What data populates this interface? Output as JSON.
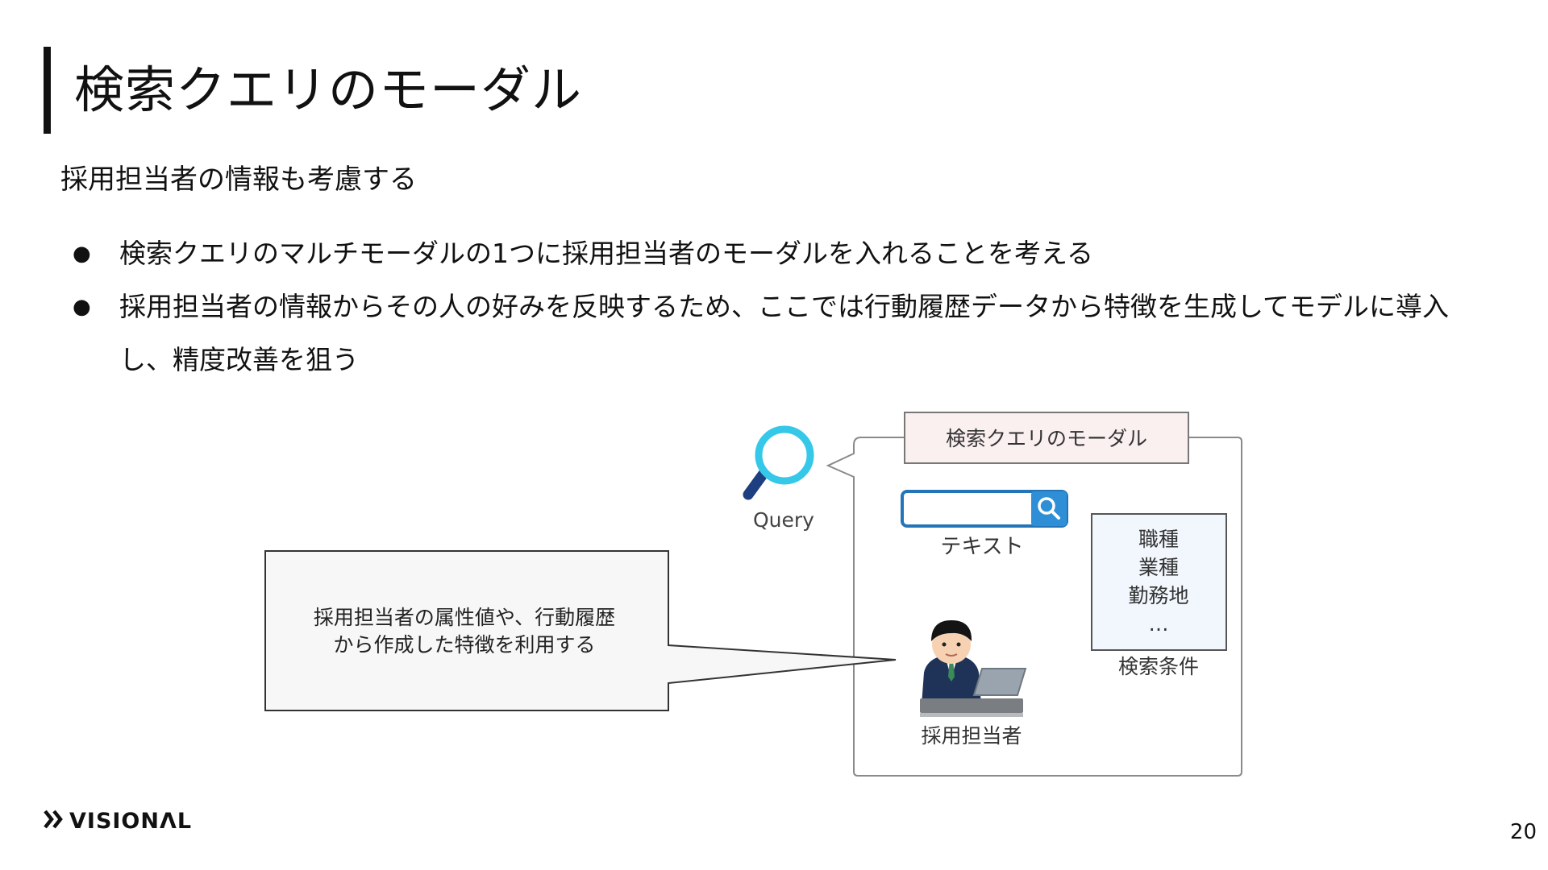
{
  "slide": {
    "title": "検索クエリのモーダル",
    "subtitle": "採用担当者の情報も考慮する",
    "bullets": [
      "検索クエリのマルチモーダルの1つに採用担当者のモーダルを入れることを考える",
      "採用担当者の情報からその人の好みを反映するため、ここでは行動履歴データから特徴を生成してモデルに導入し、精度改善を狙う"
    ],
    "page_number": "20"
  },
  "diagram": {
    "panel_title": "検索クエリのモーダル",
    "query_label": "Query",
    "text_label": "テキスト",
    "conditions": [
      "職種",
      "業種",
      "勤務地",
      "…"
    ],
    "conditions_label": "検索条件",
    "recruiter_label": "採用担当者",
    "callout_line1": "採用担当者の属性値や、行動履歴",
    "callout_line2": "から作成した特徴を利用する"
  },
  "footer": {
    "logo_text": "VISIONΛL"
  }
}
